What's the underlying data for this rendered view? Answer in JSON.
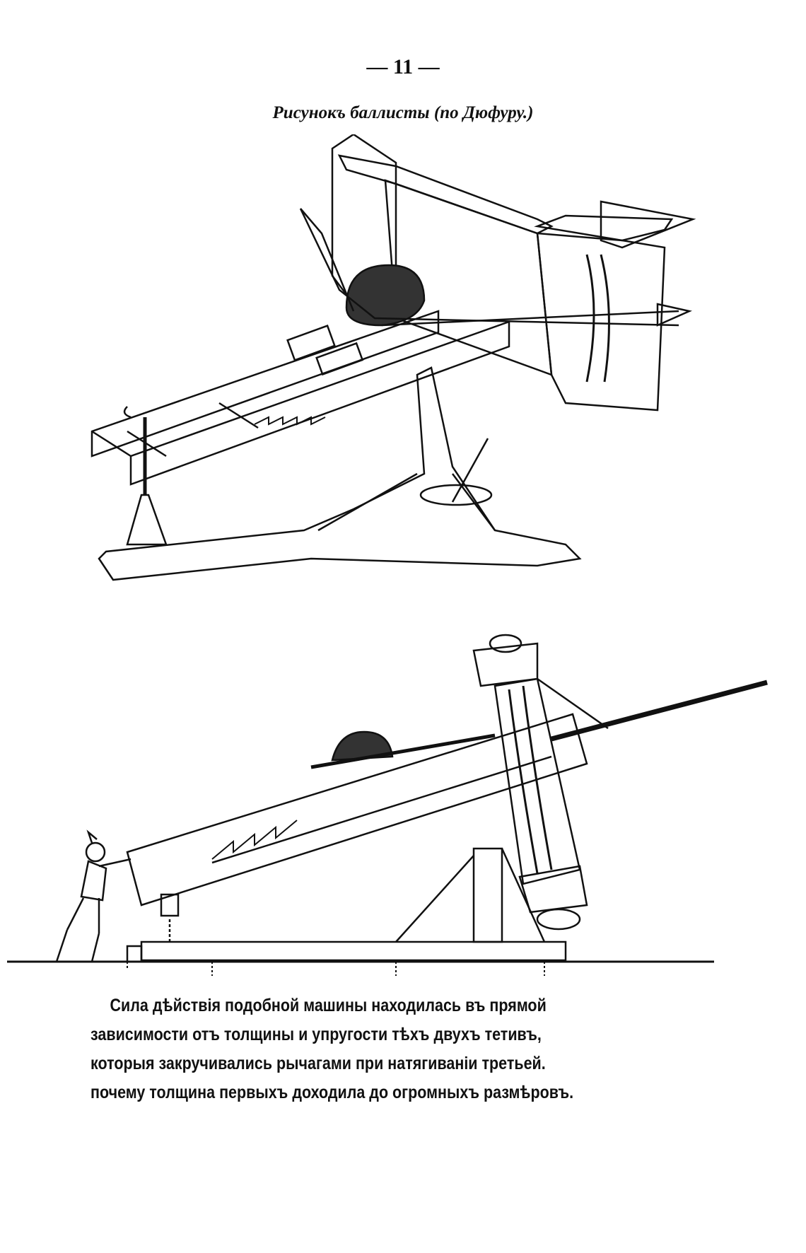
{
  "page_number": "— 11 —",
  "figure_caption": "Рисунокъ баллисты (по Дюфуру.)",
  "figures": [
    {
      "name": "ballista-perspective"
    },
    {
      "name": "ballista-side-with-soldier"
    }
  ],
  "paragraph_lines": [
    "Сила дѣйствія подобной машины  находилась въ прямой",
    "зависимости отъ толщины и упругости тѣхъ двухъ тетивъ,",
    "которыя закручивались рычагами при натягиваніи третьей.",
    "почему толщина первыхъ доходила до огромныхъ размѣровъ."
  ]
}
